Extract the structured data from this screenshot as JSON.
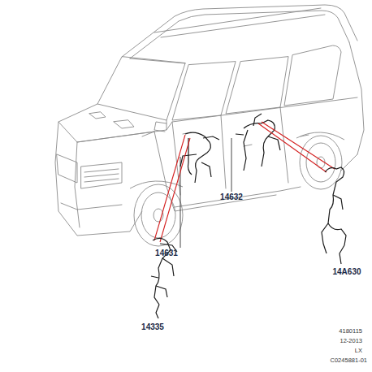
{
  "diagram": {
    "labels": [
      "14631",
      "14632",
      "14335",
      "14A630",
      "4180115",
      "12-2013",
      "LX",
      "C0245881-01"
    ]
  }
}
